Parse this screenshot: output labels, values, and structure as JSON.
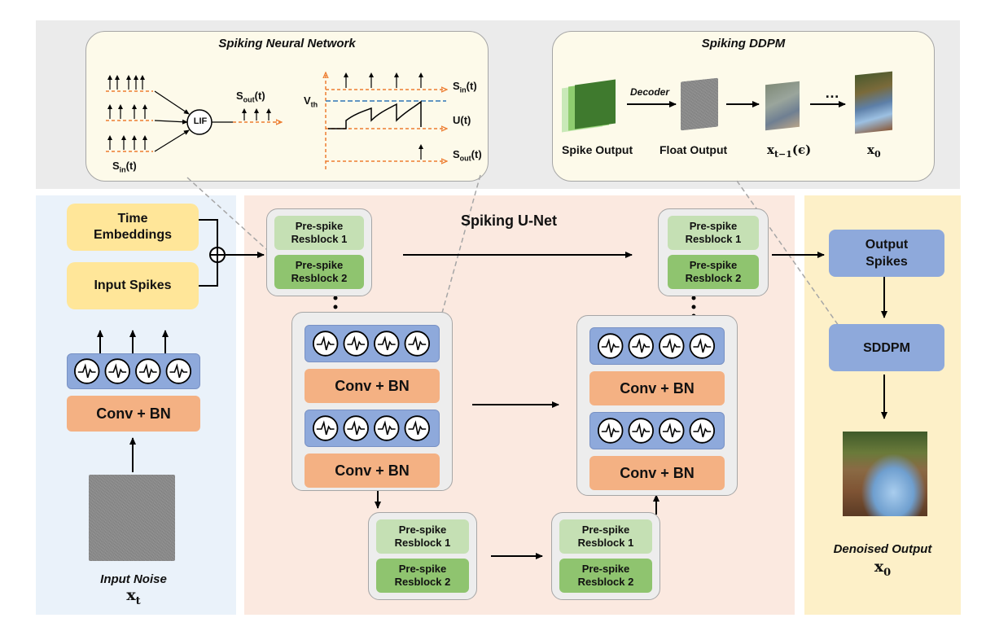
{
  "snn": {
    "title": "Spiking Neural Network",
    "lif": "LIF",
    "s_in": "S",
    "s_in_sub": "in",
    "s_out": "S",
    "s_out_sub": "out",
    "t_suffix": "(t)",
    "v_th": "V",
    "v_th_sub": "th",
    "u_t": "U(t)"
  },
  "sddpm_panel": {
    "title": "Spiking DDPM",
    "decoder": "Decoder",
    "spike_output": "Spike Output",
    "float_output": "Float Output",
    "x_t1": "x",
    "x_t1_sub": "t−1",
    "x_t1_arg": "(ϵ)",
    "ellipsis": "…",
    "x0": "x",
    "x0_sub": "0"
  },
  "input": {
    "time_embeddings": "Time Embeddings",
    "input_spikes": "Input Spikes",
    "conv_bn": "Conv + BN",
    "noise_label": "Input Noise",
    "x_t": "x",
    "x_t_sub": "t"
  },
  "unet": {
    "title": "Spiking U-Net",
    "pre_spike_1": "Pre-spike Resblock 1",
    "pre_spike_2": "Pre-spike Resblock 2",
    "conv_bn": "Conv + BN"
  },
  "output": {
    "output_spikes": "Output Spikes",
    "sddpm": "SDDPM",
    "denoised_label": "Denoised Output",
    "x0": "x",
    "x0_sub": "0"
  },
  "colors": {
    "top_bg": "#ebebeb",
    "left_bg": "#eaf2fa",
    "unet_bg": "#fbe9e0",
    "right_bg": "#fdf0c8",
    "dashed_orange": "#ed7d31",
    "dashed_blue": "#2e75b6"
  },
  "icons": {
    "neuron": "spike-neuron-icon",
    "sum": "circled-plus-icon",
    "arrow": "arrow-icon"
  }
}
